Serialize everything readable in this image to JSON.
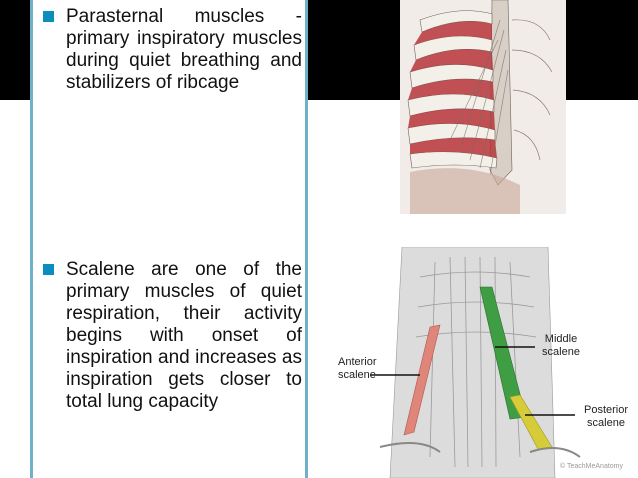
{
  "slide": {
    "bullets": [
      {
        "text": "Parasternal muscles - primary inspiratory muscles during quiet breathing and stabilizers of ribcage"
      },
      {
        "text": "Scalene are one of the primary muscles of quiet respiration, their activity begins with onset of inspiration and increases as inspiration gets closer to total lung capacity"
      }
    ]
  },
  "figure_scalene": {
    "label_anterior": "Anterior scalene",
    "label_middle": "Middle scalene",
    "label_posterior": "Posterior scalene",
    "watermark": "© TeachMeAnatomy",
    "colors": {
      "anterior": "#e0857a",
      "middle": "#3f9e44",
      "posterior": "#d6cc3a"
    }
  },
  "colors": {
    "bullet": "#0b8dbd",
    "border": "#6fb1c9",
    "band": "#000000"
  }
}
